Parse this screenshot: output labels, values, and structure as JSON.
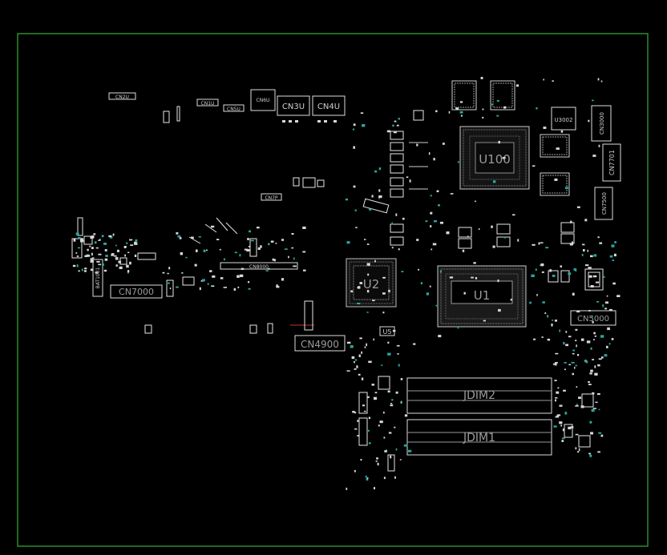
{
  "board": {
    "background": "#000000",
    "outline_color": "#2e8b2e",
    "silk_color": "#dcdcdc",
    "testpoint_color": "#2aa7a0"
  },
  "labels": {
    "cn2u": "CN2U",
    "cn1u": "CN1U",
    "cn5u": "CN5U",
    "cn6u": "CN6U",
    "cn3u": "CN3U",
    "cn4u": "CN4U",
    "cn7p": "CN7P",
    "cn3000": "CN3000",
    "cn7701": "CN7701",
    "cn7500": "CN7500",
    "u100": "U100",
    "u3002": "U3002",
    "bat1001": "BAT1001",
    "cn7000": "CN7000",
    "cn8000": "CN8000",
    "u2": "U2",
    "u1": "U1",
    "u5": "U5",
    "cn4900": "CN4900",
    "cn5000": "CN5000",
    "jdim2": "JDIM2",
    "jdim1": "JDIM1"
  }
}
